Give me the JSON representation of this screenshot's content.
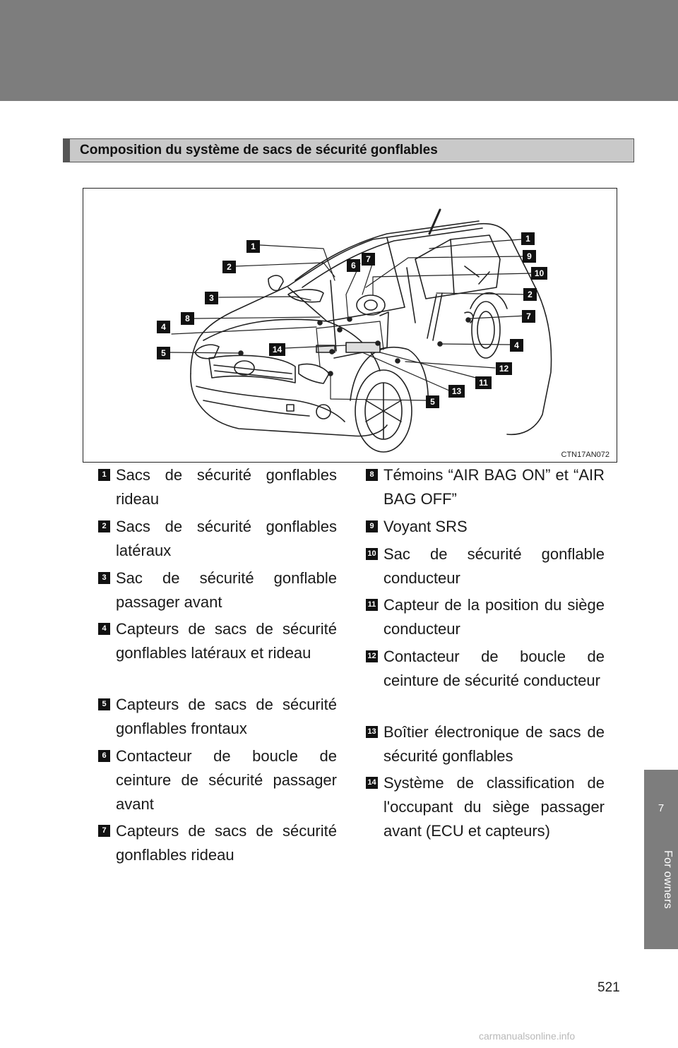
{
  "section": {
    "title": "Composition du système de sacs de sécurité gonflables"
  },
  "figure": {
    "code": "CTN17AN072",
    "callouts": [
      "1",
      "2",
      "3",
      "8",
      "4",
      "5",
      "14",
      "7",
      "6",
      "1",
      "9",
      "10",
      "2",
      "7",
      "4",
      "12",
      "11",
      "13",
      "5"
    ]
  },
  "legend": {
    "left": [
      {
        "num": "1",
        "text": "Sacs de sécurité gonflables rideau"
      },
      {
        "num": "2",
        "text": "Sacs de sécurité gonflables latéraux"
      },
      {
        "num": "3",
        "text": "Sac de sécurité gonflable passager avant"
      },
      {
        "num": "4",
        "text": "Capteurs de sacs de sécurité gonflables latéraux et rideau"
      },
      {
        "num": "5",
        "text": "Capteurs de sacs de sécurité gonflables frontaux"
      },
      {
        "num": "6",
        "text": "Contacteur de boucle de ceinture de sécurité passager avant"
      },
      {
        "num": "7",
        "text": "Capteurs de sacs de sécurité gonflables rideau"
      }
    ],
    "right": [
      {
        "num": "8",
        "text": "Témoins “AIR BAG ON” et “AIR BAG OFF”"
      },
      {
        "num": "9",
        "text": "Voyant SRS"
      },
      {
        "num": "10",
        "text": "Sac de sécurité gonflable conducteur"
      },
      {
        "num": "11",
        "text": "Capteur de la position du siège conducteur"
      },
      {
        "num": "12",
        "text": "Contacteur de boucle de ceinture de sécurité conducteur"
      },
      {
        "num": "13",
        "text": "Boîtier électronique de sacs de sécurité gonflables"
      },
      {
        "num": "14",
        "text": "Système de classification de l'occupant du siège passager avant (ECU et capteurs)"
      }
    ]
  },
  "sidebar": {
    "chapter": "7",
    "label": "For owners"
  },
  "page_number": "521",
  "footer": {
    "watermark": "carmanualsonline.info"
  }
}
